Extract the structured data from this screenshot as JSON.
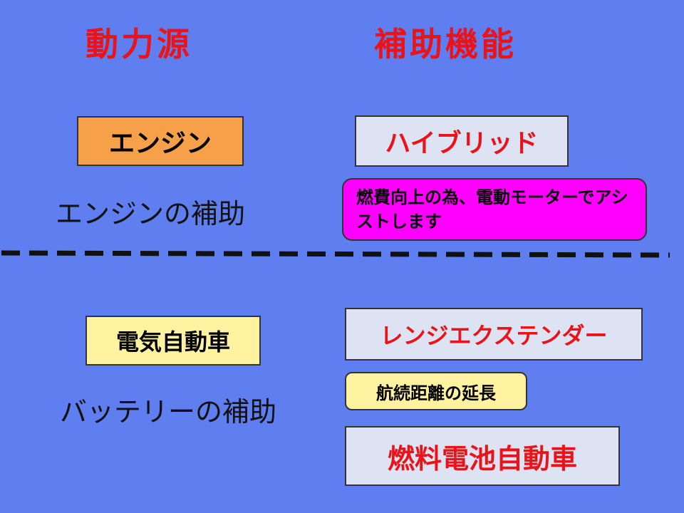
{
  "headers": {
    "power_source": "動力源",
    "auxiliary_function": "補助機能"
  },
  "upper": {
    "source_label": "エンジン",
    "caption": "エンジンの補助",
    "function_label": "ハイブリッド",
    "note": "燃費向上の為、電動モーターでアシストします"
  },
  "lower": {
    "source_label": "電気自動車",
    "caption": "バッテリーの補助",
    "function_label": "レンジエクステンダー",
    "note": "航続距離の延長",
    "extra_label": "燃料電池自動車"
  },
  "colors": {
    "background": "#5f7ff0",
    "header_text": "#e8141a",
    "engine_box": "#f7a04a",
    "ev_box": "#fff2a0",
    "white_box": "#dde3f2",
    "magenta_box": "#ff00ff",
    "note_yellow": "#fff2a0",
    "separator": "#111111"
  }
}
